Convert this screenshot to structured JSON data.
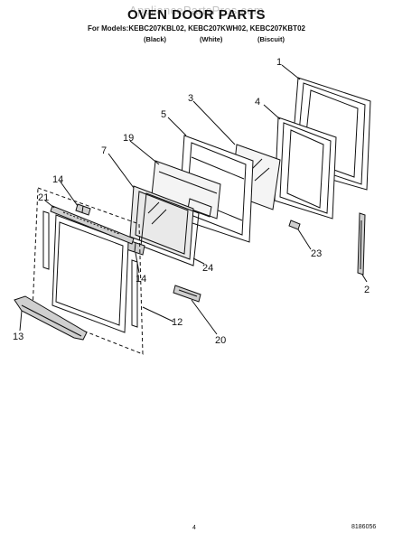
{
  "watermark": "AppliancePartsPros.com",
  "title": "OVEN DOOR PARTS",
  "models_line": "For Models:KEBC207KBL02, KEBC207KWH02, KEBC207KBT02",
  "colors": [
    "(Black)",
    "(White)",
    "(Biscuit)"
  ],
  "callouts": [
    "1",
    "2",
    "3",
    "4",
    "5",
    "7",
    "12",
    "13",
    "14",
    "14",
    "19",
    "20",
    "21",
    "23",
    "24"
  ],
  "page_number": "4",
  "document_number": "8186056"
}
